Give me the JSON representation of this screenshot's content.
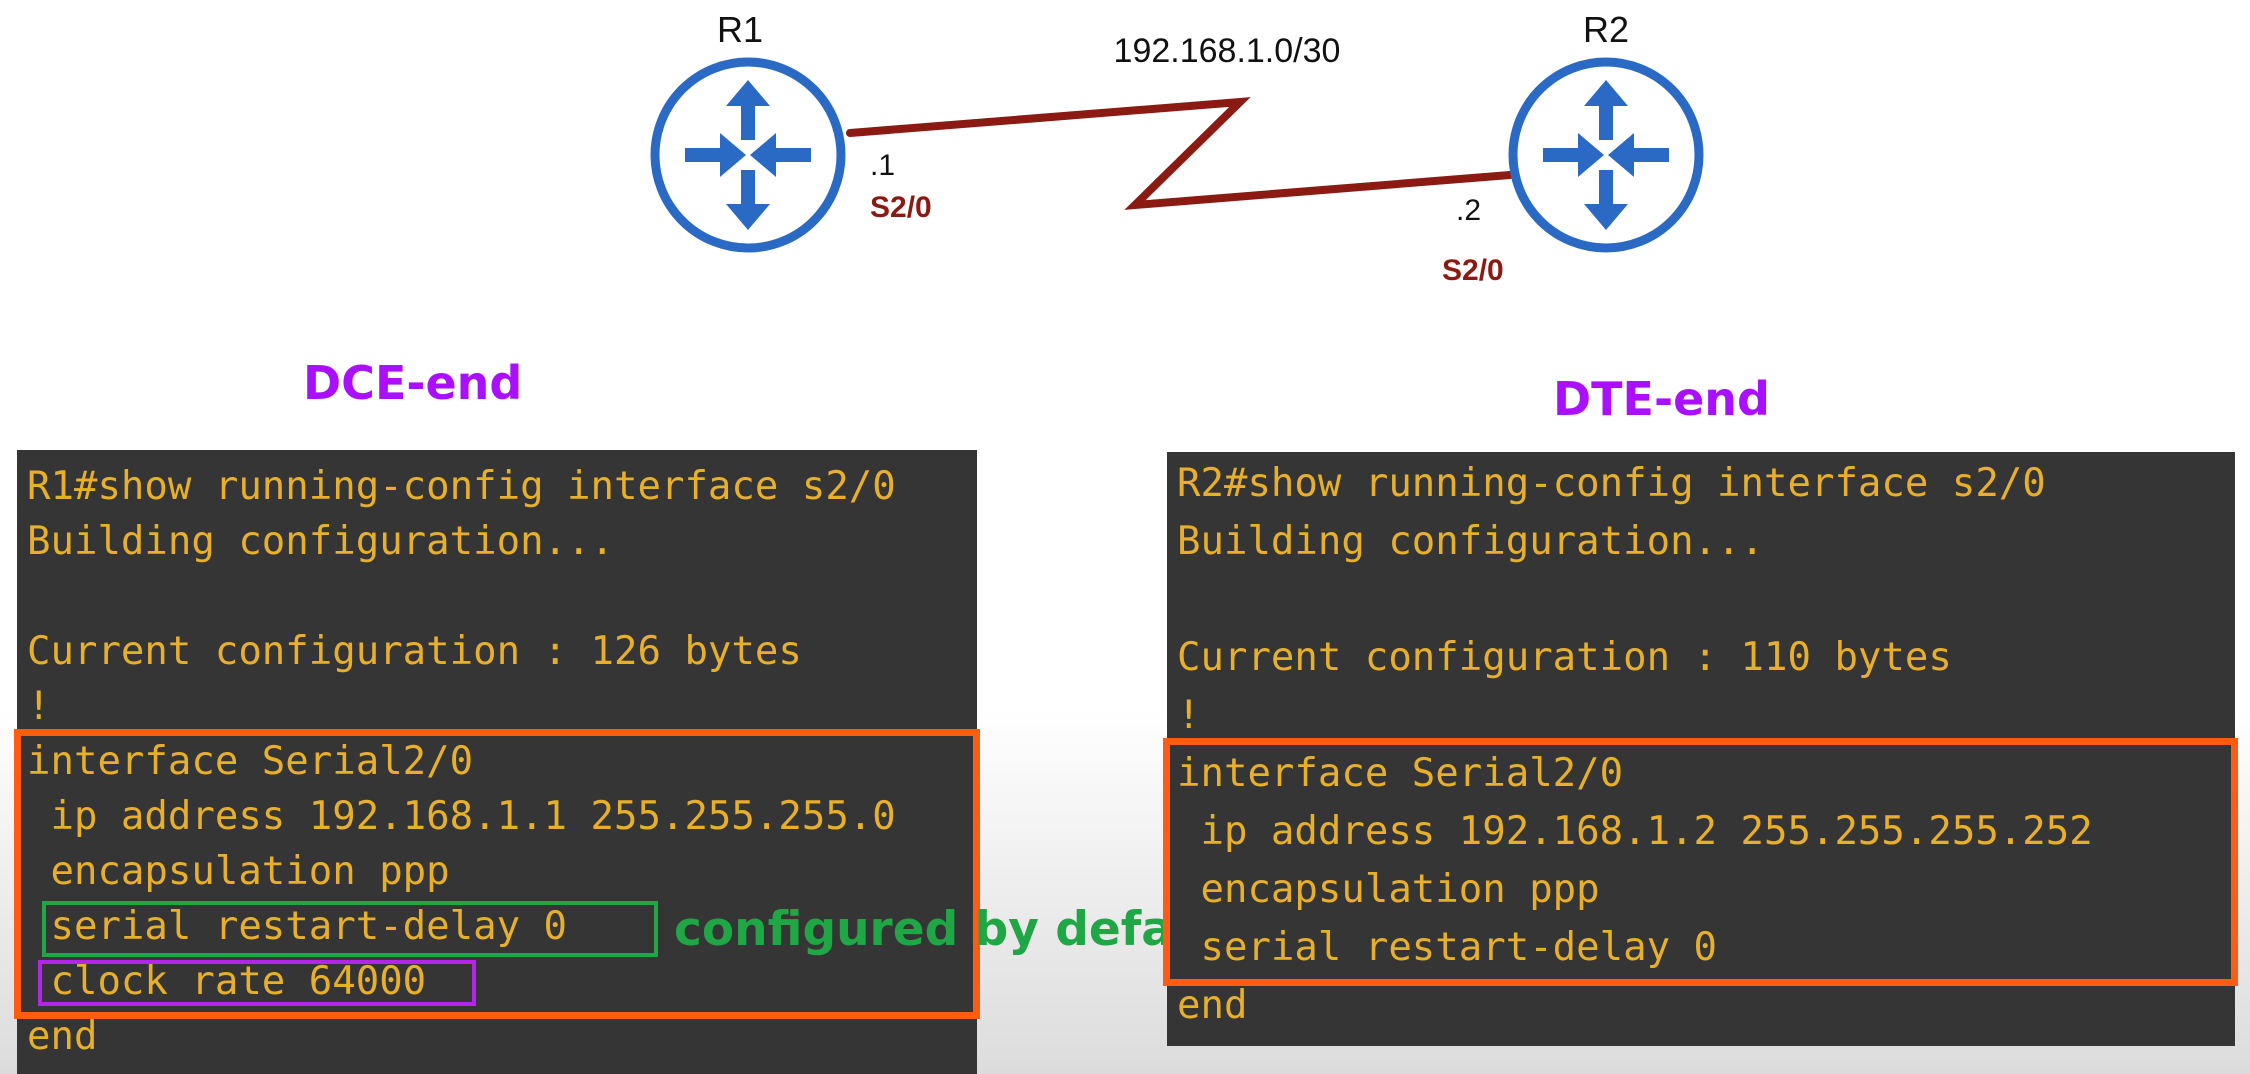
{
  "topology": {
    "subnet": "192.168.1.0/30",
    "router1": {
      "name": "R1",
      "host": ".1",
      "interface": "S2/0"
    },
    "router2": {
      "name": "R2",
      "host": ".2",
      "interface": "S2/0"
    },
    "colors": {
      "router": "#2a6ac4",
      "link": "#8b1a12",
      "interface_label": "#8b1a12"
    }
  },
  "left": {
    "label": "DCE-end",
    "terminal": {
      "lines": [
        "R1#show running-config interface s2/0",
        "Building configuration...",
        "",
        "Current configuration : 126 bytes",
        "!",
        "interface Serial2/0",
        " ip address 192.168.1.1 255.255.255.0",
        " encapsulation ppp",
        " serial restart-delay 0",
        " clock rate 64000",
        "end"
      ]
    }
  },
  "right": {
    "label": "DTE-end",
    "terminal": {
      "lines": [
        "R2#show running-config interface s2/0",
        "Building configuration...",
        "",
        "Current configuration : 110 bytes",
        "!",
        "interface Serial2/0",
        " ip address 192.168.1.2 255.255.255.252",
        " encapsulation ppp",
        " serial restart-delay 0",
        "end"
      ]
    }
  },
  "annotation": "configured by default",
  "colors": {
    "terminal_bg": "#353535",
    "terminal_text": "#e8b02a",
    "highlight_orange": "#ff5b12",
    "highlight_green": "#1fa645",
    "highlight_purple": "#b325e8",
    "end_label": "#aa10ff"
  }
}
